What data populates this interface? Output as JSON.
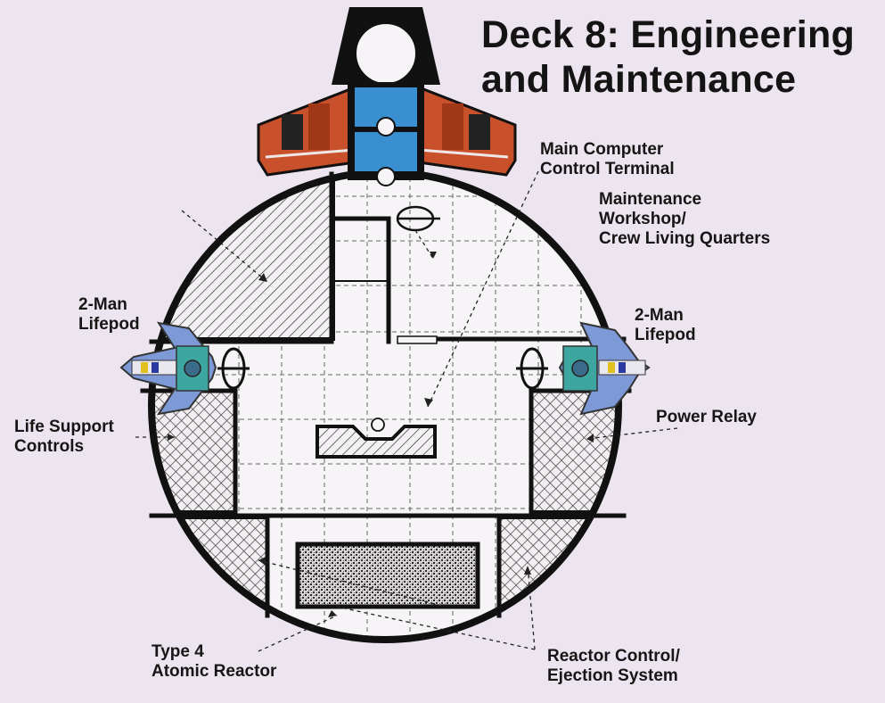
{
  "title": "Deck 8: Engineering\nand Maintenance",
  "labels": {
    "main_computer": "Main Computer\nControl Terminal",
    "maintenance": "Maintenance\nWorkshop/\nCrew Living Quarters",
    "lifepod_left": "2-Man\nLifepod",
    "lifepod_right": "2-Man\nLifepod",
    "life_support": "Life Support\nControls",
    "power_relay": "Power Relay",
    "reactor": "Type 4\nAtomic Reactor",
    "reactor_control": "Reactor Control/\nEjection System"
  },
  "colors": {
    "background": "#ece4ee",
    "wall": "#111111",
    "tower_blue": "#3a8fd0",
    "tower_orange": "#c8502a",
    "pod_blue": "#7d9ad6",
    "pod_teal": "#3ea6a0"
  }
}
